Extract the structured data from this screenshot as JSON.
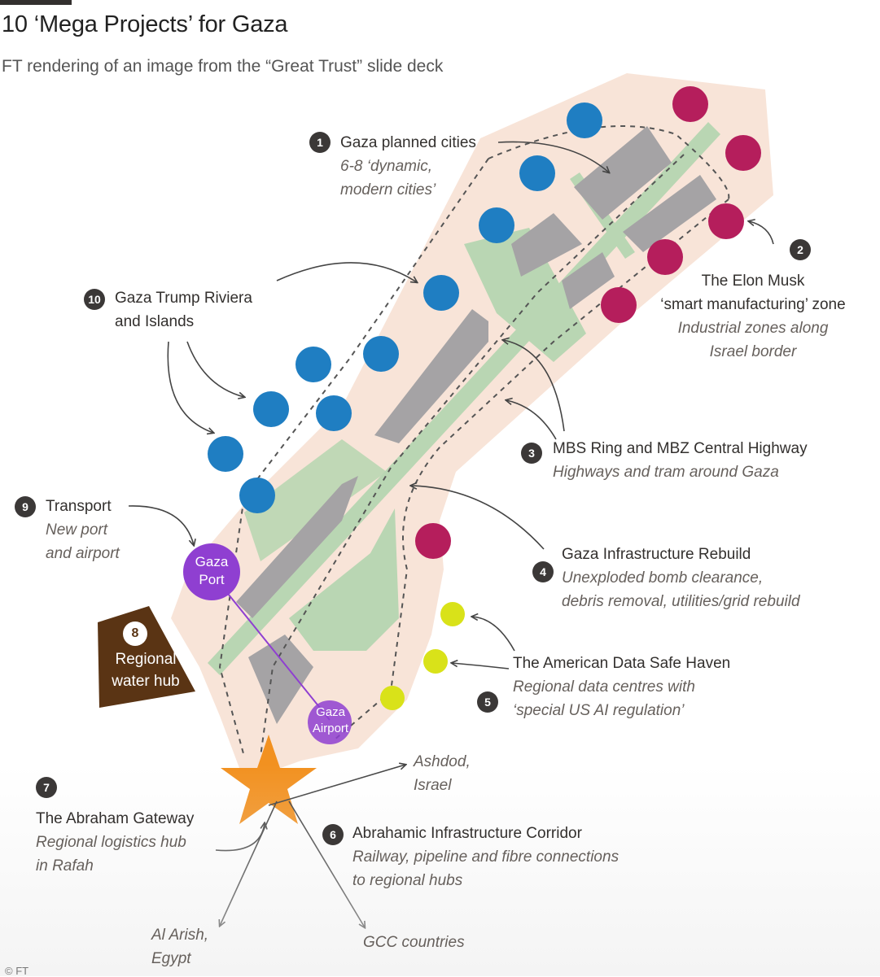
{
  "title": "10 ‘Mega Projects’ for Gaza",
  "subtitle": "FT rendering of an image from the “Great Trust” slide deck",
  "credit": "© FT",
  "colors": {
    "land": "#f8e4d8",
    "block": "#a5a3a5",
    "green": "#b9d6b3",
    "blue_dot": "#1f7ec2",
    "magenta_dot": "#b51e5c",
    "yellow_dot": "#d9e219",
    "purple": "#8f3fd1",
    "star": "#f29120",
    "water_hub": "#5a3414"
  },
  "callouts": {
    "c1": {
      "num": "1",
      "title": "Gaza planned cities",
      "desc1": "6-8 ‘dynamic,",
      "desc2": "modern cities’"
    },
    "c2": {
      "num": "2",
      "title1": "The Elon Musk",
      "title2": "‘smart manufacturing’ zone",
      "desc1": "Industrial zones along",
      "desc2": "Israel border"
    },
    "c3": {
      "num": "3",
      "title": "MBS Ring and MBZ Central Highway",
      "desc": "Highways and tram around Gaza"
    },
    "c4": {
      "num": "4",
      "title": "Gaza Infrastructure Rebuild",
      "desc1": "Unexploded bomb clearance,",
      "desc2": "debris removal, utilities/grid rebuild"
    },
    "c5": {
      "num": "5",
      "title": "The American Data Safe Haven",
      "desc1": "Regional data centres with",
      "desc2": "‘special US AI regulation’"
    },
    "c6": {
      "num": "6",
      "title": "Abrahamic Infrastructure Corridor",
      "desc1": "Railway, pipeline and fibre connections",
      "desc2": "to regional hubs"
    },
    "c7": {
      "num": "7",
      "title": "The Abraham Gateway",
      "desc1": "Regional logistics hub",
      "desc2": "in Rafah"
    },
    "c8": {
      "num": "8",
      "title1": "Regional",
      "title2": "water hub"
    },
    "c9": {
      "num": "9",
      "title": "Transport",
      "desc1": "New port",
      "desc2": "and airport"
    },
    "c10": {
      "num": "10",
      "title1": "Gaza Trump Riviera",
      "title2": "and Islands"
    }
  },
  "nodes": {
    "port1": "Gaza",
    "port2": "Port",
    "airport1": "Gaza",
    "airport2": "Airport"
  },
  "destinations": {
    "ashdod1": "Ashdod,",
    "ashdod2": "Israel",
    "alarish1": "Al Arish,",
    "alarish2": "Egypt",
    "gcc": "GCC countries"
  }
}
